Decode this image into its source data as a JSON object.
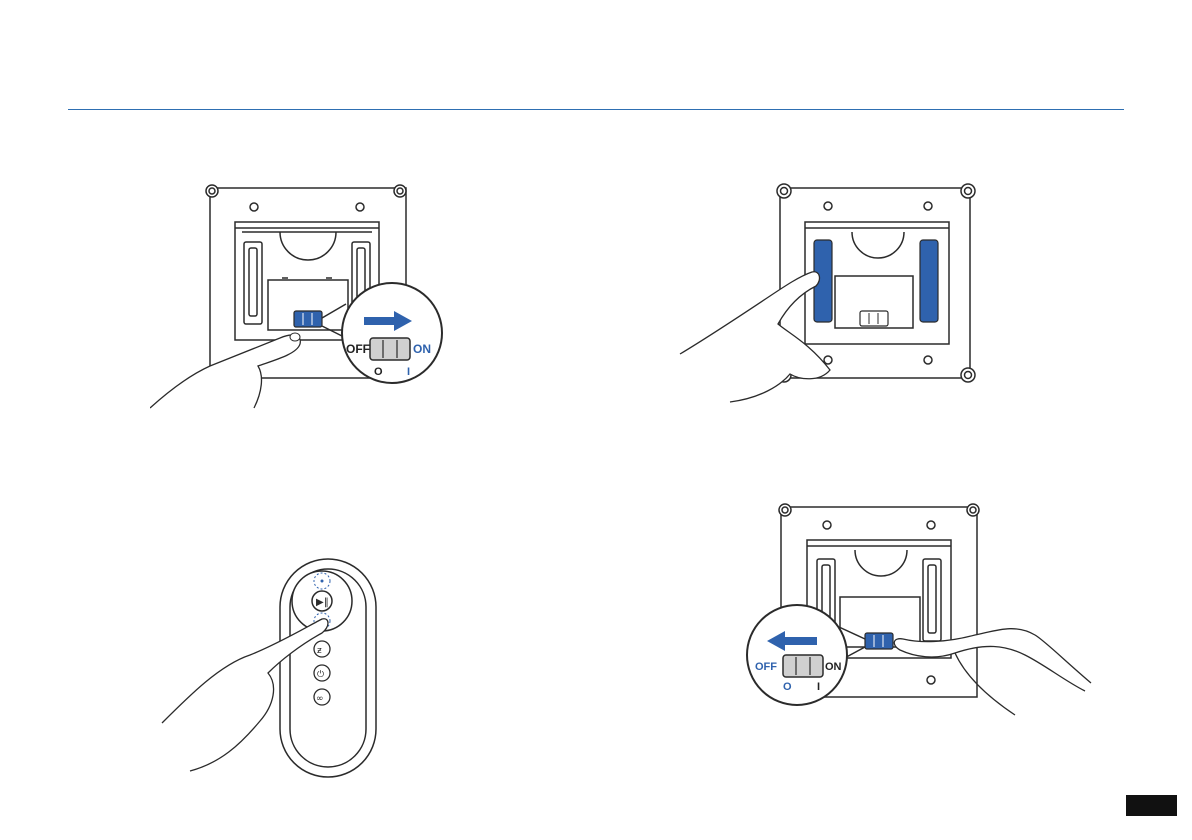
{
  "colors": {
    "rule": "#2e6fb2",
    "accent_blue": "#2f62ad",
    "outline": "#2b2b2b",
    "tab": "#111111"
  },
  "figures": {
    "fig1": {
      "switch": {
        "off_label": "OFF",
        "on_label": "ON",
        "off_symbol": "O",
        "on_symbol": "I",
        "arrow_direction": "right",
        "highlight": "on"
      }
    },
    "fig2": {
      "pads_highlighted": true
    },
    "fig3": {
      "icons": [
        "play-pause-icon",
        "zigzag-icon",
        "power-icon",
        "link-icon"
      ]
    },
    "fig4": {
      "switch": {
        "off_label": "OFF",
        "on_label": "ON",
        "off_symbol": "O",
        "on_symbol": "I",
        "arrow_direction": "left",
        "highlight": "off"
      }
    }
  }
}
